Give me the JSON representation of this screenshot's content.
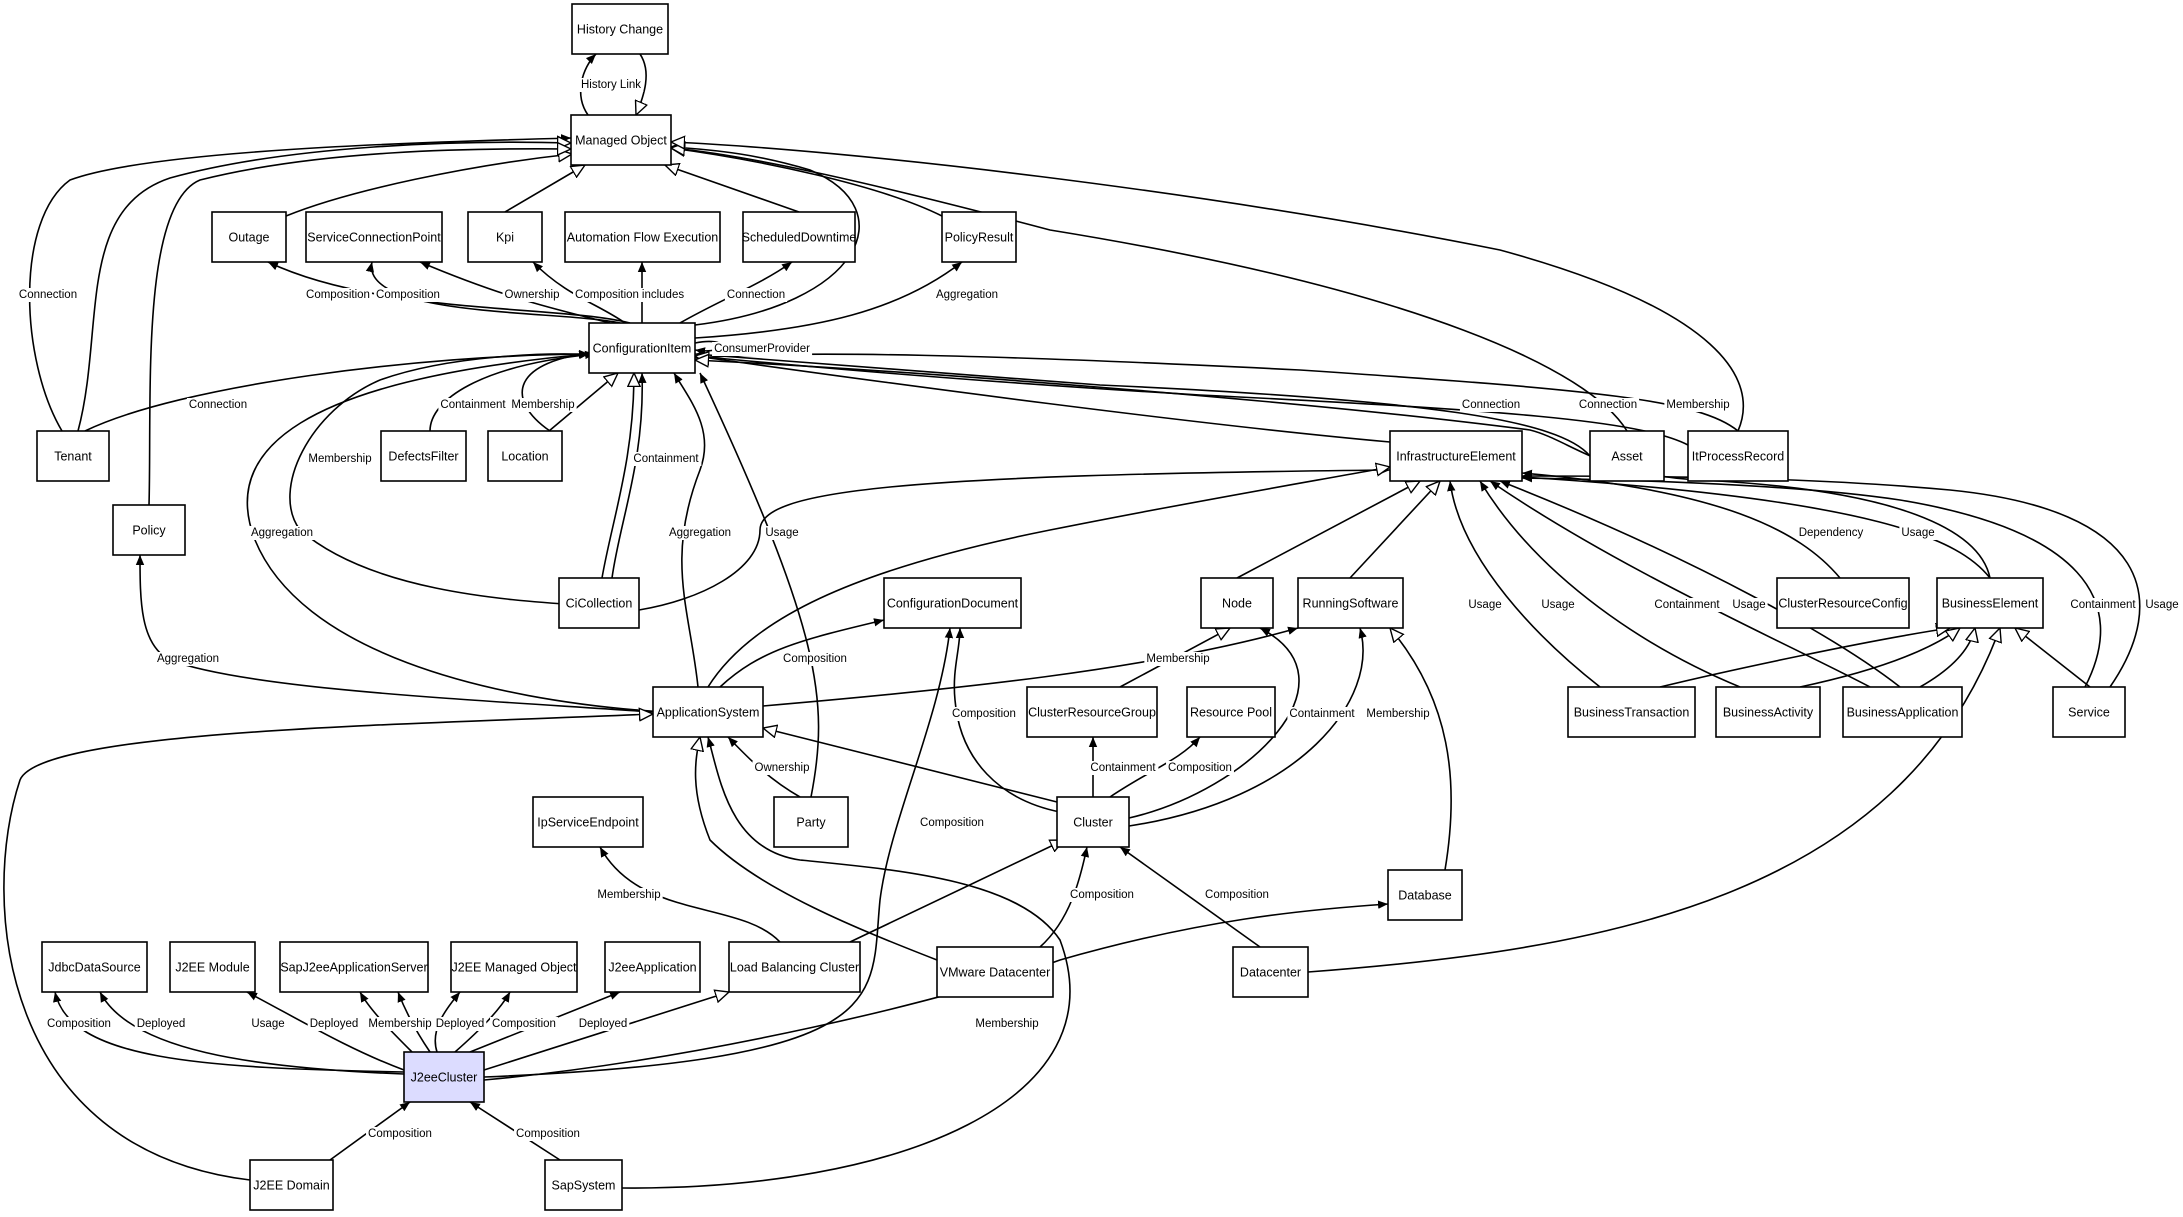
{
  "diagram": {
    "highlight_color": "#dcdcff",
    "nodes": [
      {
        "id": "history_change",
        "label": "History Change"
      },
      {
        "id": "managed_object",
        "label": "Managed Object"
      },
      {
        "id": "outage",
        "label": "Outage"
      },
      {
        "id": "service_connection_point",
        "label": "ServiceConnectionPoint"
      },
      {
        "id": "kpi",
        "label": "Kpi"
      },
      {
        "id": "automation_flow_execution",
        "label": "Automation Flow Execution"
      },
      {
        "id": "scheduled_downtime",
        "label": "ScheduledDowntime"
      },
      {
        "id": "policy_result",
        "label": "PolicyResult"
      },
      {
        "id": "configuration_item",
        "label": "ConfigurationItem"
      },
      {
        "id": "tenant",
        "label": "Tenant"
      },
      {
        "id": "defects_filter",
        "label": "DefectsFilter"
      },
      {
        "id": "location",
        "label": "Location"
      },
      {
        "id": "asset",
        "label": "Asset"
      },
      {
        "id": "it_process_record",
        "label": "ItProcessRecord"
      },
      {
        "id": "infrastructure_element",
        "label": "InfrastructureElement"
      },
      {
        "id": "policy",
        "label": "Policy"
      },
      {
        "id": "ci_collection",
        "label": "CiCollection"
      },
      {
        "id": "configuration_document",
        "label": "ConfigurationDocument"
      },
      {
        "id": "node",
        "label": "Node"
      },
      {
        "id": "running_software",
        "label": "RunningSoftware"
      },
      {
        "id": "cluster_resource_config",
        "label": "ClusterResourceConfig"
      },
      {
        "id": "business_element",
        "label": "BusinessElement"
      },
      {
        "id": "application_system",
        "label": "ApplicationSystem"
      },
      {
        "id": "cluster_resource_group",
        "label": "ClusterResourceGroup"
      },
      {
        "id": "resource_pool",
        "label": "Resource Pool"
      },
      {
        "id": "business_transaction",
        "label": "BusinessTransaction"
      },
      {
        "id": "business_activity",
        "label": "BusinessActivity"
      },
      {
        "id": "business_application",
        "label": "BusinessApplication"
      },
      {
        "id": "service",
        "label": "Service"
      },
      {
        "id": "ip_service_endpoint",
        "label": "IpServiceEndpoint"
      },
      {
        "id": "party",
        "label": "Party"
      },
      {
        "id": "cluster",
        "label": "Cluster"
      },
      {
        "id": "database",
        "label": "Database"
      },
      {
        "id": "jdbc_data_source",
        "label": "JdbcDataSource"
      },
      {
        "id": "j2ee_module",
        "label": "J2EE Module"
      },
      {
        "id": "sap_j2ee_application_server",
        "label": "SapJ2eeApplicationServer"
      },
      {
        "id": "j2ee_managed_object",
        "label": "J2EE Managed Object"
      },
      {
        "id": "j2ee_application",
        "label": "J2eeApplication"
      },
      {
        "id": "load_balancing_cluster",
        "label": "Load Balancing Cluster"
      },
      {
        "id": "vmware_datacenter",
        "label": "VMware Datacenter"
      },
      {
        "id": "datacenter",
        "label": "Datacenter"
      },
      {
        "id": "j2ee_cluster",
        "label": "J2eeCluster",
        "highlight": true
      },
      {
        "id": "j2ee_domain",
        "label": "J2EE Domain"
      },
      {
        "id": "sap_system",
        "label": "SapSystem"
      }
    ],
    "edges": [
      {
        "id": "e1",
        "from": "managed_object",
        "to": "history_change",
        "label": "History Link",
        "head": "arrow"
      },
      {
        "id": "e2",
        "from": "history_change",
        "to": "managed_object",
        "label": "",
        "head": "inherit"
      },
      {
        "id": "e3",
        "from": "outage",
        "to": "managed_object",
        "label": "",
        "head": "inherit"
      },
      {
        "id": "e4",
        "from": "kpi",
        "to": "managed_object",
        "label": "",
        "head": "inherit"
      },
      {
        "id": "e5",
        "from": "scheduled_downtime",
        "to": "managed_object",
        "label": "",
        "head": "inherit"
      },
      {
        "id": "e6",
        "from": "policy_result",
        "to": "managed_object",
        "label": "",
        "head": "inherit"
      },
      {
        "id": "e7",
        "from": "configuration_item",
        "to": "managed_object",
        "label": "",
        "head": "inherit"
      },
      {
        "id": "e8",
        "from": "tenant",
        "to": "managed_object",
        "label": "Connection",
        "head": "arrow"
      },
      {
        "id": "e9",
        "from": "tenant",
        "to": "managed_object",
        "label": "",
        "head": "inherit"
      },
      {
        "id": "e10",
        "from": "policy",
        "to": "managed_object",
        "label": "",
        "head": "inherit"
      },
      {
        "id": "e11",
        "from": "asset",
        "to": "managed_object",
        "label": "",
        "head": "inherit"
      },
      {
        "id": "e12",
        "from": "it_process_record",
        "to": "managed_object",
        "label": "",
        "head": "inherit"
      },
      {
        "id": "e13",
        "from": "configuration_item",
        "to": "outage",
        "label": "Composition",
        "head": "arrow"
      },
      {
        "id": "e14",
        "from": "configuration_item",
        "to": "service_connection_point",
        "label": "Composition",
        "head": "arrow"
      },
      {
        "id": "e15",
        "from": "configuration_item",
        "to": "service_connection_point",
        "label": "Ownership",
        "head": "arrow"
      },
      {
        "id": "e16",
        "from": "configuration_item",
        "to": "kpi",
        "label": "Composition",
        "head": "arrow"
      },
      {
        "id": "e17",
        "from": "configuration_item",
        "to": "automation_flow_execution",
        "label": "includes",
        "head": "arrow"
      },
      {
        "id": "e18",
        "from": "configuration_item",
        "to": "scheduled_downtime",
        "label": "Connection",
        "head": "arrow"
      },
      {
        "id": "e19",
        "from": "configuration_item",
        "to": "policy_result",
        "label": "Aggregation",
        "head": "arrow"
      },
      {
        "id": "e20",
        "from": "configuration_item",
        "to": "configuration_item",
        "label": "ConsumerProvider",
        "head": "arrow"
      },
      {
        "id": "e21",
        "from": "tenant",
        "to": "configuration_item",
        "label": "Connection",
        "head": "arrow"
      },
      {
        "id": "e22",
        "from": "defects_filter",
        "to": "configuration_item",
        "label": "Containment",
        "head": "arrow"
      },
      {
        "id": "e23",
        "from": "location",
        "to": "configuration_item",
        "label": "Membership",
        "head": "arrow"
      },
      {
        "id": "e24",
        "from": "location",
        "to": "configuration_item",
        "label": "",
        "head": "inherit"
      },
      {
        "id": "e25",
        "from": "asset",
        "to": "configuration_item",
        "label": "Connection",
        "head": "arrow"
      },
      {
        "id": "e26",
        "from": "it_process_record",
        "to": "configuration_item",
        "label": "Connection",
        "head": "arrow"
      },
      {
        "id": "e27",
        "from": "it_process_record",
        "to": "configuration_item",
        "label": "Membership",
        "head": "arrow"
      },
      {
        "id": "e28",
        "from": "infrastructure_element",
        "to": "configuration_item",
        "label": "",
        "head": "inherit"
      },
      {
        "id": "e29",
        "from": "business_element",
        "to": "configuration_item",
        "label": "",
        "head": "inherit"
      },
      {
        "id": "e30",
        "from": "ci_collection",
        "to": "configuration_item",
        "label": "Membership",
        "head": "arrow"
      },
      {
        "id": "e31",
        "from": "ci_collection",
        "to": "configuration_item",
        "label": "Containment",
        "head": "arrow"
      },
      {
        "id": "e32",
        "from": "ci_collection",
        "to": "configuration_item",
        "label": "",
        "head": "inherit"
      },
      {
        "id": "e33",
        "from": "application_system",
        "to": "configuration_item",
        "label": "Aggregation",
        "head": "arrow"
      },
      {
        "id": "e34",
        "from": "application_system",
        "to": "configuration_item",
        "label": "Aggregation",
        "head": "arrow"
      },
      {
        "id": "e35",
        "from": "party",
        "to": "configuration_item",
        "label": "",
        "head": "arrow"
      },
      {
        "id": "e36",
        "from": "ci_collection",
        "to": "infrastructure_element",
        "label": "Usage",
        "head": "arrow"
      },
      {
        "id": "e37",
        "from": "application_system",
        "to": "infrastructure_element",
        "label": "",
        "head": "inherit"
      },
      {
        "id": "e38",
        "from": "node",
        "to": "infrastructure_element",
        "label": "",
        "head": "inherit"
      },
      {
        "id": "e39",
        "from": "running_software",
        "to": "infrastructure_element",
        "label": "",
        "head": "inherit"
      },
      {
        "id": "e40",
        "from": "cluster_resource_config",
        "to": "infrastructure_element",
        "label": "Dependency",
        "head": "arrow"
      },
      {
        "id": "e41",
        "from": "business_element",
        "to": "infrastructure_element",
        "label": "Usage",
        "head": "arrow"
      },
      {
        "id": "e42",
        "from": "service",
        "to": "infrastructure_element",
        "label": "Containment",
        "head": "arrow"
      },
      {
        "id": "e43",
        "from": "service",
        "to": "infrastructure_element",
        "label": "Usage",
        "head": "arrow"
      },
      {
        "id": "e44",
        "from": "business_transaction",
        "to": "infrastructure_element",
        "label": "Usage",
        "head": "arrow"
      },
      {
        "id": "e45",
        "from": "business_activity",
        "to": "infrastructure_element",
        "label": "Usage",
        "head": "arrow"
      },
      {
        "id": "e46",
        "from": "business_application",
        "to": "infrastructure_element",
        "label": "Containment",
        "head": "arrow"
      },
      {
        "id": "e47",
        "from": "business_application",
        "to": "infrastructure_element",
        "label": "Usage",
        "head": "arrow"
      },
      {
        "id": "e48",
        "from": "business_transaction",
        "to": "business_element",
        "label": "",
        "head": "inherit"
      },
      {
        "id": "e49",
        "from": "business_activity",
        "to": "business_element",
        "label": "",
        "head": "inherit"
      },
      {
        "id": "e50",
        "from": "business_application",
        "to": "business_element",
        "label": "",
        "head": "inherit"
      },
      {
        "id": "e51",
        "from": "service",
        "to": "business_element",
        "label": "",
        "head": "inherit"
      },
      {
        "id": "e52",
        "from": "datacenter",
        "to": "business_element",
        "label": "",
        "head": "inherit"
      },
      {
        "id": "e53",
        "from": "application_system",
        "to": "policy",
        "label": "Aggregation",
        "head": "arrow"
      },
      {
        "id": "e54",
        "from": "application_system",
        "to": "configuration_document",
        "label": "Composition",
        "head": "arrow"
      },
      {
        "id": "e55",
        "from": "application_system",
        "to": "running_software",
        "label": "Membership",
        "head": "arrow"
      },
      {
        "id": "e56",
        "from": "cluster_resource_group",
        "to": "node",
        "label": "",
        "head": "inherit"
      },
      {
        "id": "e57",
        "from": "cluster",
        "to": "configuration_document",
        "label": "Composition",
        "head": "arrow"
      },
      {
        "id": "e58",
        "from": "cluster",
        "to": "cluster_resource_group",
        "label": "Containment",
        "head": "arrow"
      },
      {
        "id": "e59",
        "from": "cluster",
        "to": "resource_pool",
        "label": "Composition",
        "head": "arrow"
      },
      {
        "id": "e60",
        "from": "cluster",
        "to": "node",
        "label": "Containment",
        "head": "arrow"
      },
      {
        "id": "e61",
        "from": "cluster",
        "to": "running_software",
        "label": "Membership",
        "head": "arrow"
      },
      {
        "id": "e62",
        "from": "cluster",
        "to": "application_system",
        "label": "",
        "head": "inherit"
      },
      {
        "id": "e63",
        "from": "party",
        "to": "application_system",
        "label": "Ownership",
        "head": "arrow"
      },
      {
        "id": "e64",
        "from": "database",
        "to": "running_software",
        "label": "",
        "head": "inherit"
      },
      {
        "id": "e65",
        "from": "load_balancing_cluster",
        "to": "ip_service_endpoint",
        "label": "Membership",
        "head": "arrow"
      },
      {
        "id": "e66",
        "from": "load_balancing_cluster",
        "to": "cluster",
        "label": "",
        "head": "inherit"
      },
      {
        "id": "e67",
        "from": "vmware_datacenter",
        "to": "cluster",
        "label": "Composition",
        "head": "arrow"
      },
      {
        "id": "e68",
        "from": "vmware_datacenter",
        "to": "application_system",
        "label": "",
        "head": "inherit"
      },
      {
        "id": "e69",
        "from": "datacenter",
        "to": "cluster",
        "label": "Composition",
        "head": "arrow"
      },
      {
        "id": "e70",
        "from": "j2ee_cluster",
        "to": "jdbc_data_source",
        "label": "Composition",
        "head": "arrow"
      },
      {
        "id": "e71",
        "from": "j2ee_cluster",
        "to": "jdbc_data_source",
        "label": "Deployed",
        "head": "arrow"
      },
      {
        "id": "e72",
        "from": "j2ee_cluster",
        "to": "j2ee_module",
        "label": "Usage",
        "head": "arrow"
      },
      {
        "id": "e73",
        "from": "j2ee_cluster",
        "to": "sap_j2ee_application_server",
        "label": "Deployed",
        "head": "arrow"
      },
      {
        "id": "e74",
        "from": "j2ee_cluster",
        "to": "sap_j2ee_application_server",
        "label": "Membership",
        "head": "arrow"
      },
      {
        "id": "e75",
        "from": "j2ee_cluster",
        "to": "j2ee_managed_object",
        "label": "Deployed",
        "head": "arrow"
      },
      {
        "id": "e76",
        "from": "j2ee_cluster",
        "to": "j2ee_managed_object",
        "label": "Composition",
        "head": "arrow"
      },
      {
        "id": "e77",
        "from": "j2ee_cluster",
        "to": "j2ee_application",
        "label": "Deployed",
        "head": "arrow"
      },
      {
        "id": "e78",
        "from": "j2ee_cluster",
        "to": "load_balancing_cluster",
        "label": "",
        "head": "inherit"
      },
      {
        "id": "e79",
        "from": "j2ee_cluster",
        "to": "configuration_document",
        "label": "Composition",
        "head": "arrow"
      },
      {
        "id": "e80",
        "from": "j2ee_cluster",
        "to": "database",
        "label": "Membership",
        "head": "arrow"
      },
      {
        "id": "e81",
        "from": "j2ee_domain",
        "to": "j2ee_cluster",
        "label": "Composition",
        "head": "arrow"
      },
      {
        "id": "e82",
        "from": "j2ee_domain",
        "to": "application_system",
        "label": "",
        "head": "inherit"
      },
      {
        "id": "e83",
        "from": "sap_system",
        "to": "j2ee_cluster",
        "label": "Composition",
        "head": "arrow"
      },
      {
        "id": "e84",
        "from": "sap_system",
        "to": "application_system",
        "label": "",
        "head": "arrow"
      }
    ]
  }
}
